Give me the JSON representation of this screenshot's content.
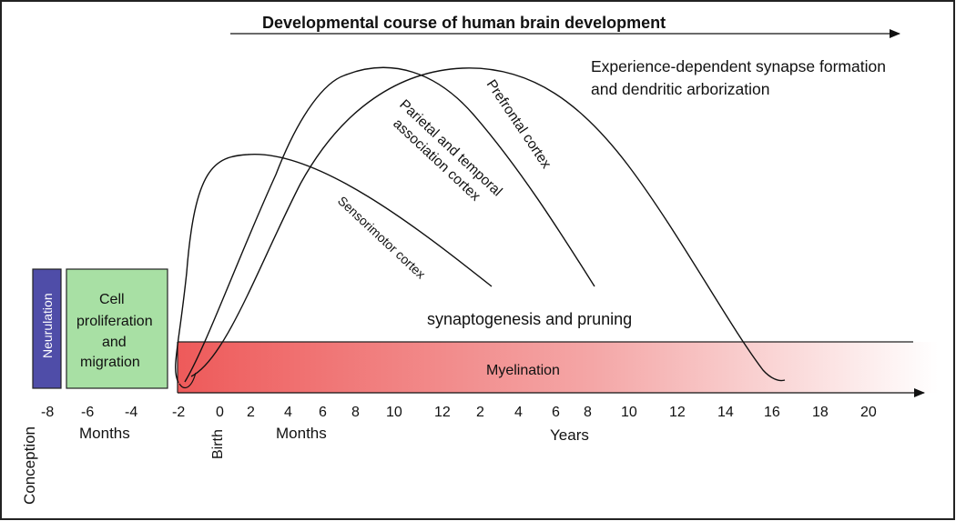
{
  "title": "Developmental course of human brain development",
  "annotation": {
    "line1": "Experience-dependent synapse formation",
    "line2": "and dendritic arborization"
  },
  "labels": {
    "synaptogenesis": "synaptogenesis and pruning",
    "myelination": "Myelination",
    "sensorimotor": "Sensorimotor cortex",
    "parietal_line1": "Parietal and temporal",
    "parietal_line2": "association cortex",
    "prefrontal": "Prefrontal cortex"
  },
  "boxes": {
    "neurulation": "Neurulation",
    "cell_line1": "Cell",
    "cell_line2": "proliferation",
    "cell_line3": "and",
    "cell_line4": "migration"
  },
  "axis": {
    "ticks_prenatal": [
      "-8",
      "-6",
      "-4"
    ],
    "ticks_postnatal_months": [
      "-2",
      "0",
      "2",
      "4",
      "6",
      "8",
      "10"
    ],
    "ticks_years": [
      "12",
      "2",
      "4",
      "6",
      "8",
      "10",
      "12",
      "14",
      "16",
      "18",
      "20"
    ],
    "months_label_prenatal": "Months",
    "months_label_postnatal": "Months",
    "years_label": "Years",
    "conception": "Conception",
    "birth": "Birth"
  },
  "colors": {
    "neurulation": "#4f4da8",
    "cell_box": "#a8e0a4",
    "myelination_start": "#ee5a5a",
    "myelination_end": "#ffffff"
  }
}
